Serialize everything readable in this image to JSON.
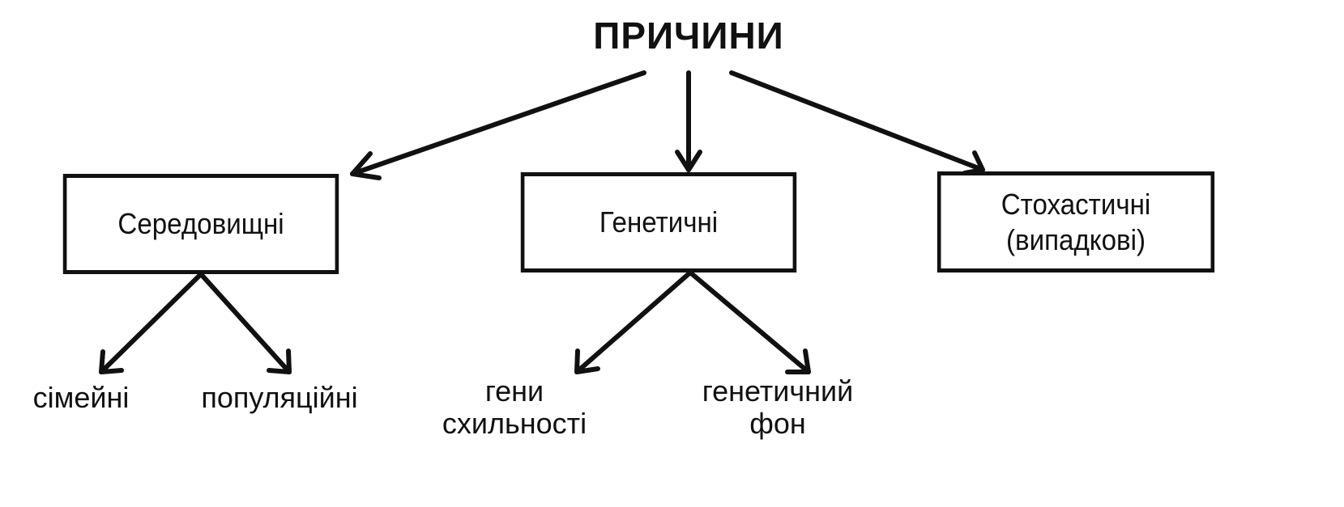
{
  "diagram": {
    "root": {
      "label": "ПРИЧИНИ"
    },
    "categories": [
      {
        "id": "environmental",
        "lines": [
          "Середовищні"
        ]
      },
      {
        "id": "genetic",
        "lines": [
          "Генетичні"
        ]
      },
      {
        "id": "stochastic",
        "lines": [
          "Стохастичні",
          "(випадкові)"
        ]
      }
    ],
    "leaves": {
      "environmental": [
        {
          "lines": [
            "сімейні"
          ]
        },
        {
          "lines": [
            "популяційні"
          ]
        }
      ],
      "genetic": [
        {
          "lines": [
            "гени",
            "схильності"
          ]
        },
        {
          "lines": [
            "генетичний",
            "фон"
          ]
        }
      ]
    }
  }
}
